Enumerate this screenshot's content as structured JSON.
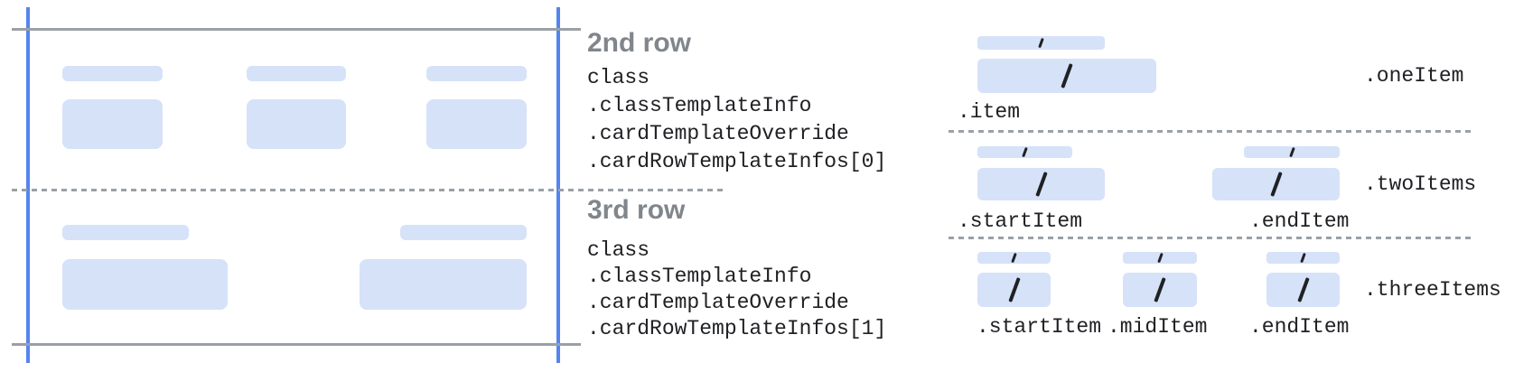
{
  "left_diagram": {
    "rows": [
      {
        "heading": "2nd row",
        "code": [
          "class",
          ".classTemplateInfo",
          ".cardTemplateOverride",
          ".cardRowTemplateInfos[0]"
        ]
      },
      {
        "heading": "3rd row",
        "code": [
          "class",
          ".classTemplateInfo",
          ".cardTemplateOverride",
          ".cardRowTemplateInfos[1]"
        ]
      }
    ]
  },
  "right_diagram": {
    "sections": [
      {
        "label": ".oneItem",
        "item_labels": [
          ".item"
        ]
      },
      {
        "label": ".twoItems",
        "item_labels": [
          ".startItem",
          ".endItem"
        ]
      },
      {
        "label": ".threeItems",
        "item_labels": [
          ".startItem",
          ".midItem",
          ".endItem"
        ]
      }
    ]
  },
  "colors": {
    "placeholder_fill": "#d6e2f8",
    "card_edge_blue": "#5585ee",
    "card_line_gray": "#9aa0a6",
    "heading_gray": "#80868b",
    "code_text": "#202124"
  }
}
